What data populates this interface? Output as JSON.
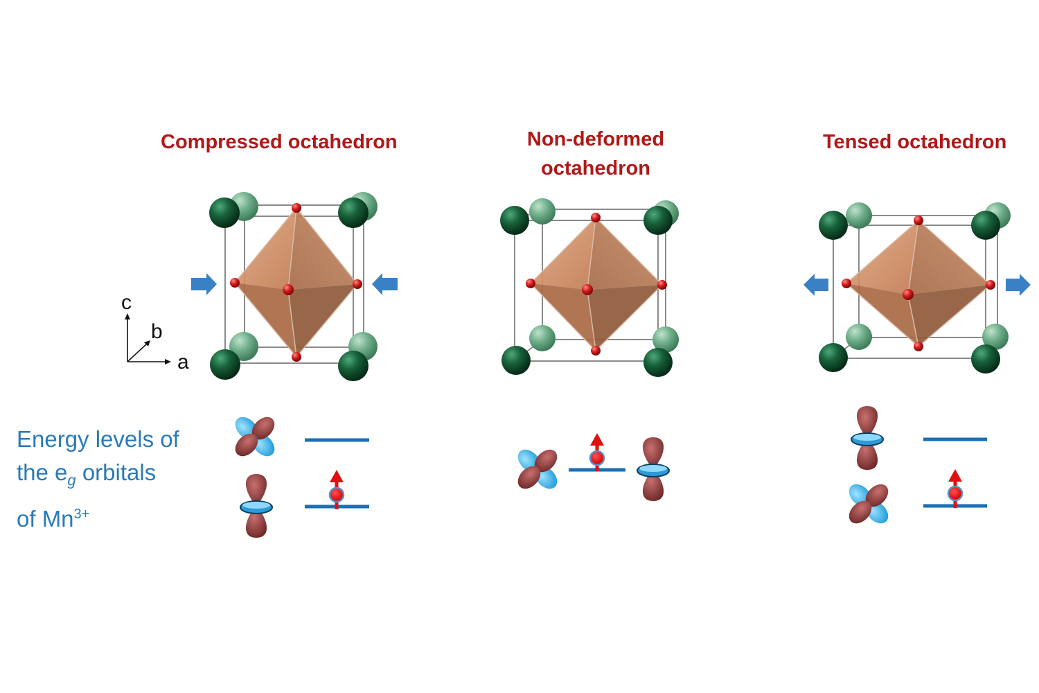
{
  "panels": [
    {
      "title": "Compressed octahedron"
    },
    {
      "title_line1": "Non-deformed",
      "title_line2": "octahedron"
    },
    {
      "title": "Tensed octahedron"
    }
  ],
  "axes": {
    "c": "c",
    "b": "b",
    "a": "a"
  },
  "energy_label": {
    "line1": "Energy levels of",
    "line2_pre": "the e",
    "line2_sub": "g",
    "line2_post": " orbitals",
    "line3_pre": "of Mn",
    "line3_sup": "3+"
  },
  "colors": {
    "title": "#b01818",
    "label": "#2a7ab8",
    "octahedron": "#c98a64",
    "oxygen": "#d41c1c",
    "cation": "#17603a",
    "arrow": "#3a80c4",
    "level": "#1a6fb5",
    "spin": "#e01010"
  }
}
